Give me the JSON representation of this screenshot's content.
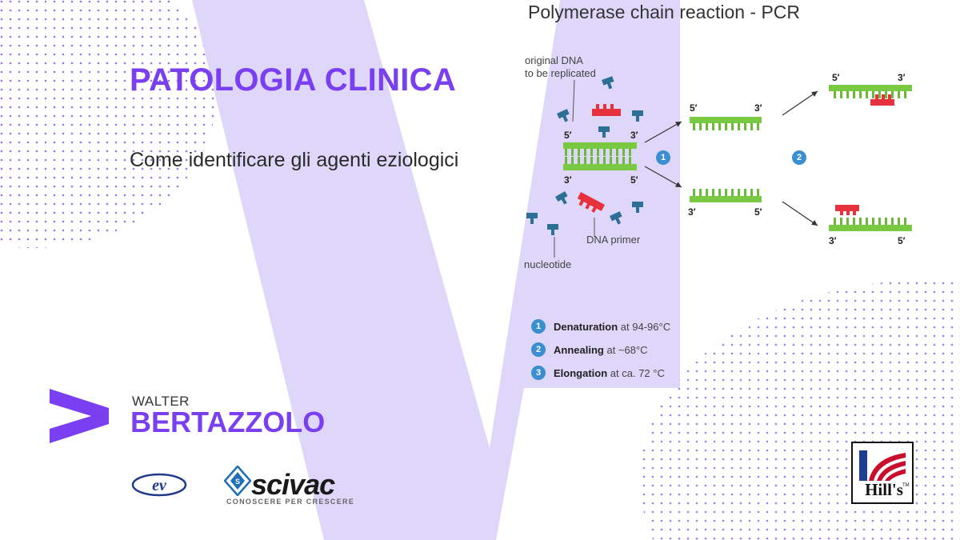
{
  "colors": {
    "accent": "#7b3ff2",
    "accent_light": "#ddd5fa",
    "dna_green": "#7ac943",
    "primer_red": "#e6323c",
    "nucleotide_blue": "#2e6f96",
    "step_blue": "#3b8fd1"
  },
  "slide": {
    "title": "PATOLOGIA CLINICA",
    "subtitle": "Come identificare gli agenti eziologici"
  },
  "author": {
    "first_name": "WALTER",
    "last_name": "BERTAZZOLO"
  },
  "diagram": {
    "title": "Polymerase chain reaction - PCR",
    "label_original": [
      "original DNA",
      "to be replicated"
    ],
    "label_primer": "DNA primer",
    "label_nucleotide": "nucleotide",
    "prime5": "5′",
    "prime3": "3′",
    "steps": [
      {
        "num": "1",
        "name": "Denaturation",
        "detail": "at 94-96°C"
      },
      {
        "num": "2",
        "name": "Annealing",
        "detail": "at ~68°C"
      },
      {
        "num": "3",
        "name": "Elongation",
        "detail": "at ca. 72 °C"
      }
    ]
  },
  "logos": {
    "ev": "ev",
    "scivac": "scivac",
    "scivac_tagline": "CONOSCERE PER CRESCERE",
    "hills": "Hill's",
    "hills_tm": "TM"
  }
}
